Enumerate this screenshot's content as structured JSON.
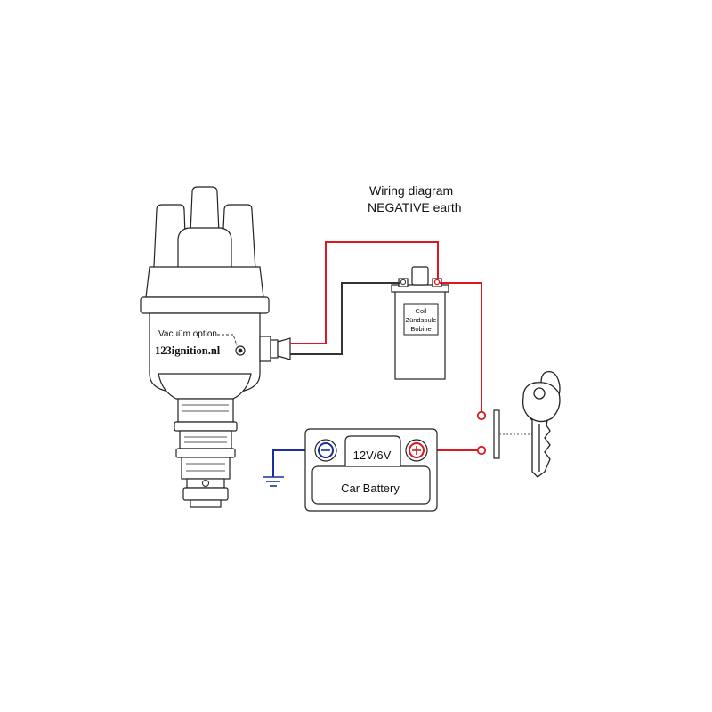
{
  "title": {
    "line1": "Wiring diagram",
    "line2": "NEGATIVE earth"
  },
  "distributor": {
    "vacuum_label": "Vacuüm option",
    "brand": "123ignition.nl"
  },
  "coil": {
    "label_lines": [
      "Coil",
      "Zündspule",
      "Bobine"
    ]
  },
  "battery": {
    "voltage": "12V/6V",
    "label": "Car Battery",
    "negative_symbol": "−",
    "positive_symbol": "+"
  },
  "colors": {
    "positive_wire": "#e0161f",
    "negative_wire": "#1a2ea0",
    "signal_wire": "#333333",
    "outline": "#222222"
  },
  "icons": [
    "distributor-icon",
    "coil-icon",
    "battery-icon",
    "ignition-key-icon",
    "ground-symbol-icon"
  ]
}
